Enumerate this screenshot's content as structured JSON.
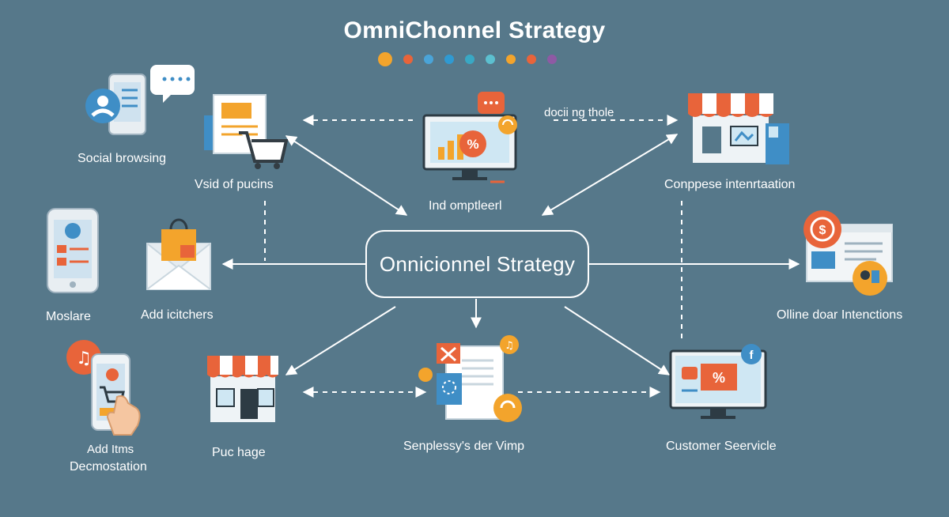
{
  "title": "OmniChonnel Strategy",
  "center_label": "Onnicionnel Strategy",
  "top_connector_label": "docii ng thole",
  "dot_colors": [
    "#f3a42c",
    "#e8643a",
    "#4aa4d8",
    "#2f9ad2",
    "#39a8c4",
    "#5cc0d0",
    "#f3a42c",
    "#e8643a",
    "#8e5aa4"
  ],
  "nodes": {
    "social_browsing": "Social browsing",
    "vsid_of_pucins": "Vsid of pucins",
    "ind_ompteerl": "Ind omptleerl",
    "compese_interntaation": "Conppese intenrtaation",
    "moslare": "Moslare",
    "add_icitchers": "Add icitchers",
    "olline_doar_intenctions": "Olline doar Intenctions",
    "add_items": "Add Itms",
    "decmostation": "Decmostation",
    "puc_hage": "Puc hage",
    "senplessys_der_vimp": "Senplessy's der Vimp",
    "customer_seervicle": "Customer Seervicle"
  },
  "colors": {
    "background": "#56788a",
    "accent_orange": "#e8643a",
    "accent_yellow": "#f3a42c",
    "accent_blue": "#3f8ec6"
  },
  "icons": {
    "social": "social-profile-phone-icon",
    "cart": "shopping-cart-icon",
    "desktop": "desktop-analytics-icon",
    "store": "storefront-icon",
    "mobile": "mobile-app-icon",
    "mail": "shopping-bag-envelope-icon",
    "browser": "online-payment-browser-icon",
    "phone_tap": "phone-tap-icon",
    "document": "document-tools-icon",
    "service": "customer-service-monitor-icon"
  }
}
